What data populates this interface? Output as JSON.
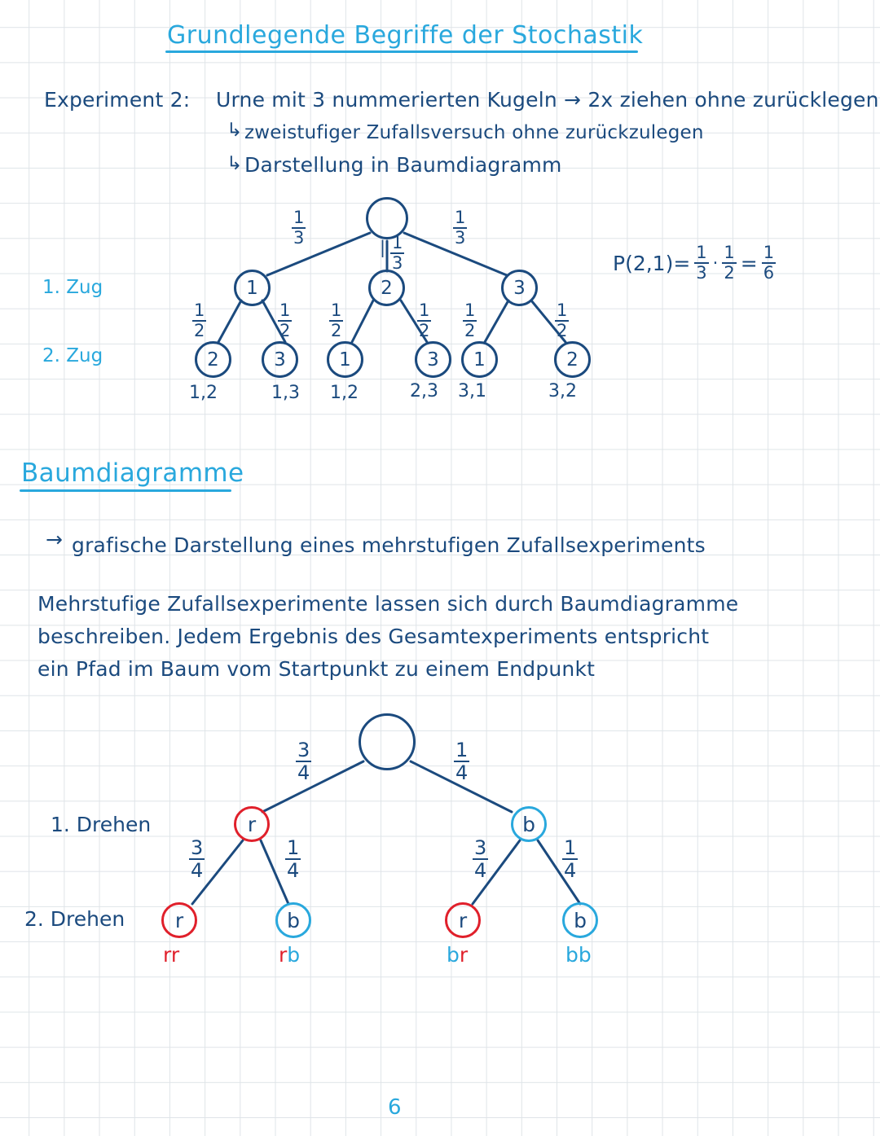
{
  "page": {
    "title": "Grundlegende Begriffe der Stochastik",
    "page_number": "6",
    "paper": "grid",
    "colors": {
      "ink_dark_blue": "#1b4a7e",
      "ink_light_blue": "#29a8dd",
      "ink_red": "#e0202b",
      "grid_line": "#dfe4e8",
      "paper": "#ffffff"
    }
  },
  "experiment": {
    "label": "Experiment 2:",
    "line1": "Urne mit 3 nummerierten Kugeln → 2x ziehen ohne zurücklegen",
    "line2_arrow": "↳",
    "line2": "zweistufiger Zufallsversuch ohne zurückzulegen",
    "line3_arrow": "↳",
    "line3": "Darstellung in Baumdiagramm"
  },
  "tree1": {
    "stage_labels": {
      "stage1": "1. Zug",
      "stage2": "2. Zug"
    },
    "root": {
      "label": ""
    },
    "level1": [
      {
        "label": "1",
        "prob_num": "1",
        "prob_den": "3"
      },
      {
        "label": "2",
        "prob_num": "1",
        "prob_den": "3"
      },
      {
        "label": "3",
        "prob_num": "1",
        "prob_den": "3"
      }
    ],
    "level2": [
      {
        "label": "2",
        "prob_num": "1",
        "prob_den": "2",
        "outcome": "1,2"
      },
      {
        "label": "3",
        "prob_num": "1",
        "prob_den": "2",
        "outcome": "1,3"
      },
      {
        "label": "1",
        "prob_num": "1",
        "prob_den": "2",
        "outcome": "1,2"
      },
      {
        "label": "3",
        "prob_num": "1",
        "prob_den": "2",
        "outcome": "2,3"
      },
      {
        "label": "1",
        "prob_num": "1",
        "prob_den": "2",
        "outcome": "3,1"
      },
      {
        "label": "2",
        "prob_num": "1",
        "prob_den": "2",
        "outcome": "3,2"
      }
    ],
    "formula": {
      "lhs": "P(2,1)=",
      "f1_num": "1",
      "f1_den": "3",
      "dot": "·",
      "f2_num": "1",
      "f2_den": "2",
      "eq": "=",
      "f3_num": "1",
      "f3_den": "6"
    }
  },
  "section2": {
    "heading": "Baumdiagramme",
    "arrow": "→",
    "bullet": "grafische Darstellung eines mehrstufigen Zufallsexperiments",
    "paragraph": [
      "Mehrstufige Zufallsexperimente lassen sich durch Baumdiagramme",
      "beschreiben. Jedem Ergebnis des Gesamtexperiments entspricht",
      "ein Pfad im Baum vom Startpunkt zu einem Endpunkt"
    ]
  },
  "tree2": {
    "stage_labels": {
      "stage1": "1. Drehen",
      "stage2": "2. Drehen"
    },
    "root": {
      "label": ""
    },
    "level1": [
      {
        "label": "r",
        "color": "red",
        "prob_num": "3",
        "prob_den": "4"
      },
      {
        "label": "b",
        "color": "cyan",
        "prob_num": "1",
        "prob_den": "4"
      }
    ],
    "level2": [
      {
        "label": "r",
        "color": "red",
        "prob_num": "3",
        "prob_den": "4",
        "outcome_a": "r",
        "outcome_a_color": "red",
        "outcome_b": "r",
        "outcome_b_color": "red"
      },
      {
        "label": "b",
        "color": "cyan",
        "prob_num": "1",
        "prob_den": "4",
        "outcome_a": "r",
        "outcome_a_color": "red",
        "outcome_b": "b",
        "outcome_b_color": "cyan"
      },
      {
        "label": "r",
        "color": "red",
        "prob_num": "3",
        "prob_den": "4",
        "outcome_a": "b",
        "outcome_a_color": "cyan",
        "outcome_b": "r",
        "outcome_b_color": "red"
      },
      {
        "label": "b",
        "color": "cyan",
        "prob_num": "1",
        "prob_den": "4",
        "outcome_a": "b",
        "outcome_a_color": "cyan",
        "outcome_b": "b",
        "outcome_b_color": "cyan"
      }
    ]
  }
}
